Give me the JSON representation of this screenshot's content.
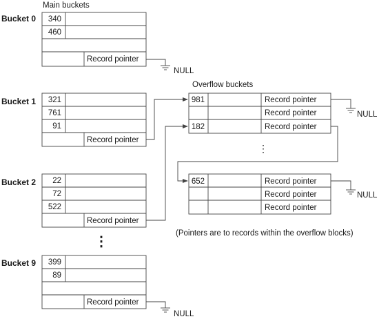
{
  "main_title": "Main buckets",
  "overflow_title": "Overflow buckets",
  "note": "(Pointers are to records within the overflow blocks)",
  "null_label": "NULL",
  "record_pointer_label": "Record pointer",
  "ellipsis": "⋮",
  "buckets": [
    {
      "label": "Bucket 0",
      "values": [
        "340",
        "460",
        ""
      ]
    },
    {
      "label": "Bucket 1",
      "values": [
        "321",
        "761",
        "91"
      ]
    },
    {
      "label": "Bucket 2",
      "values": [
        "22",
        "72",
        "522"
      ]
    },
    {
      "label": "Bucket 9",
      "values": [
        "399",
        "89",
        ""
      ]
    }
  ],
  "overflow_blocks": [
    {
      "values": [
        "981",
        "",
        "182"
      ],
      "pointers": [
        "Record pointer",
        "Record pointer",
        "Record pointer"
      ]
    },
    {
      "values": [
        "652",
        "",
        ""
      ],
      "pointers": [
        "Record pointer",
        "Record pointer",
        "Record pointer"
      ]
    }
  ]
}
